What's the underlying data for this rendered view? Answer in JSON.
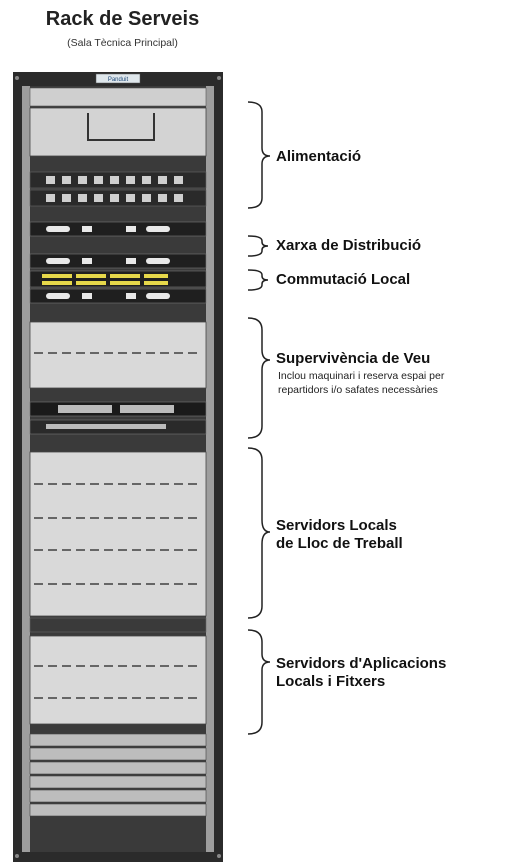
{
  "title": "Rack de Serveis",
  "subtitle": "(Sala Tècnica Principal)",
  "rack_logo": "Panduit",
  "sections": [
    {
      "id": "power",
      "label_lines": [
        "Alimentació"
      ],
      "note_lines": []
    },
    {
      "id": "distribution",
      "label_lines": [
        "Xarxa de Distribució"
      ],
      "note_lines": []
    },
    {
      "id": "switching",
      "label_lines": [
        "Commutació Local"
      ],
      "note_lines": []
    },
    {
      "id": "voice",
      "label_lines": [
        "Supervivència de Veu"
      ],
      "note_lines": [
        "Inclou maquinari i reserva espai per",
        "repartidors i/o safates necessàries"
      ]
    },
    {
      "id": "local-servers",
      "label_lines": [
        "Servidors Locals",
        "de Lloc de Treball"
      ],
      "note_lines": []
    },
    {
      "id": "app-servers",
      "label_lines": [
        "Servidors d'Aplicacions",
        "Locals i Fitxers"
      ],
      "note_lines": []
    }
  ],
  "colors": {
    "rack_frame": "#2b2b2b",
    "rail": "#bdbdbd",
    "panel_fill": "#d9d9d9",
    "panel_dark": "#1f1f1f",
    "switch_accent": "#e6d84a",
    "bracket": "#222222"
  }
}
